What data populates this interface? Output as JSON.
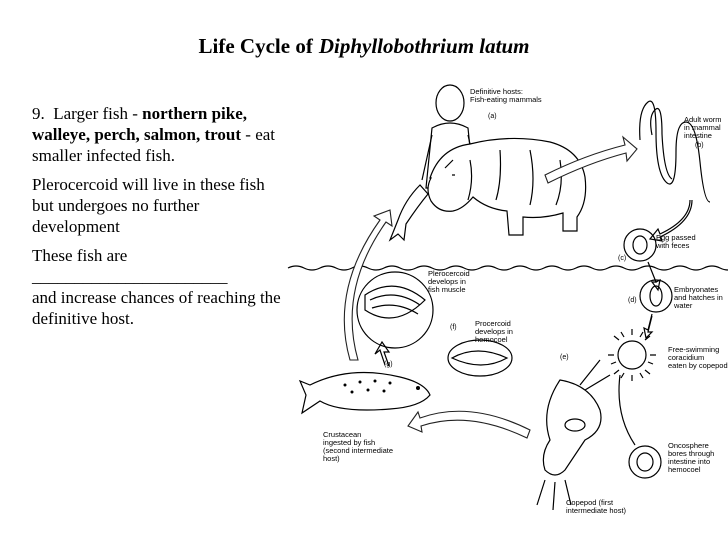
{
  "title": {
    "prefix": "Life Cycle of",
    "species": "Diphyllobothrium latum"
  },
  "text": {
    "step_number": "9.",
    "step_lead": "Larger fish -",
    "step_fish": "northern pike, walleye, perch, salmon, trout",
    "step_rest": "- eat smaller infected fish.",
    "para2": "Plerocercoid will live in these fish but undergoes no further development",
    "para3_line1": "These fish are",
    "blank": "_______________________",
    "para3_line2": "and increase chances of reaching the definitive host."
  },
  "diagram": {
    "labels": {
      "definitive_hosts_1": "Definitive hosts:",
      "definitive_hosts_2": "Fish-eating mammals",
      "adult_1": "Adult worm",
      "adult_2": "in mammal",
      "adult_3": "intestine",
      "egg_1": "Egg passed",
      "egg_2": "with feces",
      "embryonates_1": "Embryonates",
      "embryonates_2": "and hatches in",
      "embryonates_3": "water",
      "coracidium_1": "Free-swimming",
      "coracidium_2": "coracidium",
      "coracidium_3": "eaten by copepod",
      "oncosphere_1": "Oncosphere",
      "oncosphere_2": "bores through",
      "oncosphere_3": "intestine into",
      "oncosphere_4": "hemocoel",
      "copepod_1": "Copepod (first",
      "copepod_2": "intermediate host)",
      "procercoid_1": "Procercoid",
      "procercoid_2": "develops in",
      "procercoid_3": "hemocoel",
      "plerocercoid_1": "Plerocercoid",
      "plerocercoid_2": "develops in",
      "plerocercoid_3": "fish muscle",
      "crustacean_1": "Crustacean",
      "crustacean_2": "ingested by fish",
      "crustacean_3": "(second intermediate",
      "crustacean_4": "host)"
    },
    "panels": [
      "(a)",
      "(b)",
      "(c)",
      "(d)",
      "(e)",
      "(f)",
      "(g)"
    ]
  }
}
